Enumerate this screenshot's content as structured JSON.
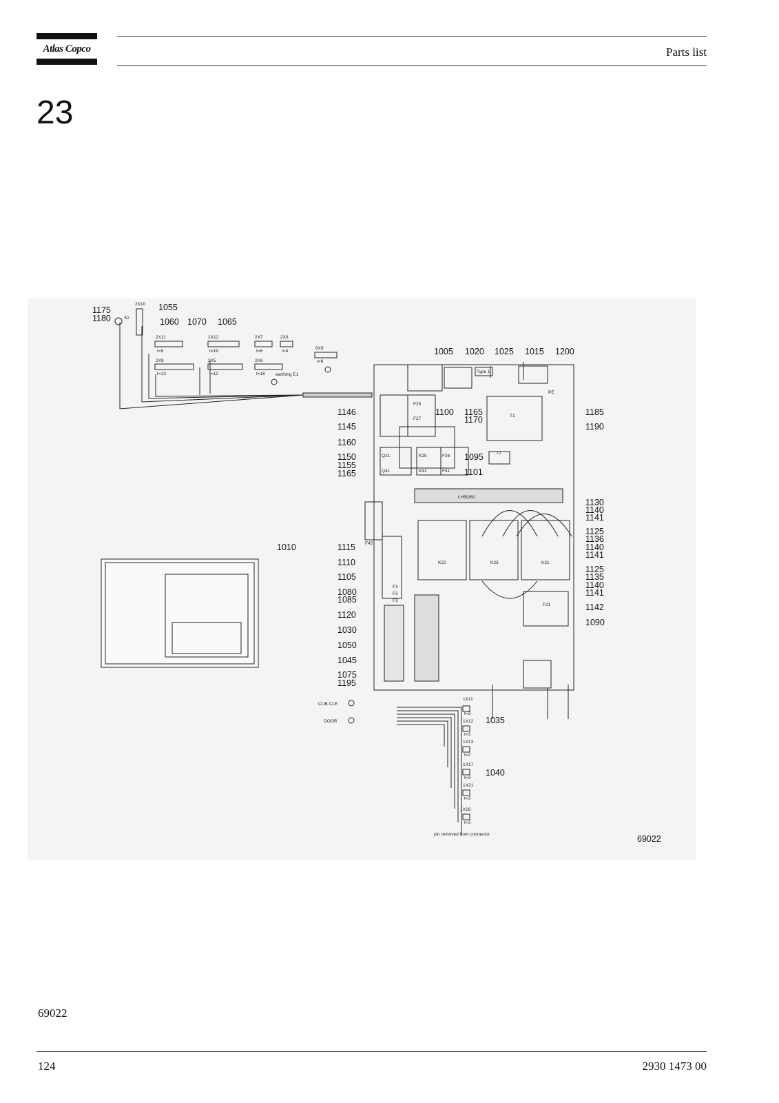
{
  "header": {
    "logo_text": "Atlas Copco",
    "title": "Parts list"
  },
  "section_number": "23",
  "figure": {
    "part_labels": [
      "1175",
      "1180",
      "1055",
      "1060",
      "1070",
      "1065",
      "1005",
      "1020",
      "1025",
      "1015",
      "1200",
      "1146",
      "1100",
      "1165",
      "1170",
      "1185",
      "1145",
      "1190",
      "1160",
      "1150",
      "1155",
      "1165",
      "1095",
      "1101",
      "1130",
      "1140",
      "1141",
      "1125",
      "1136",
      "1140",
      "1141",
      "1125",
      "1135",
      "1140",
      "1141",
      "1142",
      "1090",
      "1010",
      "1115",
      "1110",
      "1105",
      "1080",
      "1085",
      "1120",
      "1030",
      "1050",
      "1045",
      "1075",
      "1195",
      "1035",
      "1040"
    ],
    "small_labels": [
      "S2",
      "2X10",
      "2X11",
      "t=9",
      "2X12",
      "t=19",
      "2X7",
      "t=6",
      "2X8",
      "t=4",
      "2X9",
      "t=13",
      "2X5",
      "t=12",
      "2X6",
      "t=16",
      "earthing E1",
      "6X9",
      "t=8",
      "Type 1",
      "PE",
      "T1",
      "T2",
      "F25",
      "F27",
      "K25",
      "F26",
      "F41",
      "K41",
      "Q21",
      "Q41",
      "LH50/60",
      "K22",
      "K23",
      "K21",
      "F21",
      "F1",
      "F2",
      "F3",
      "F45",
      "1X11",
      "t=3",
      "1X12",
      "t=3",
      "1X13",
      "t=2",
      "1X17",
      "t=3",
      "1X21",
      "t=3",
      "1X18",
      "t=3",
      "CUB CLE",
      "DOOR",
      "pin removed from connector"
    ],
    "figure_code": "69022"
  },
  "footer": {
    "figure_code": "69022",
    "page_number": "124",
    "doc_number": "2930 1473 00"
  }
}
